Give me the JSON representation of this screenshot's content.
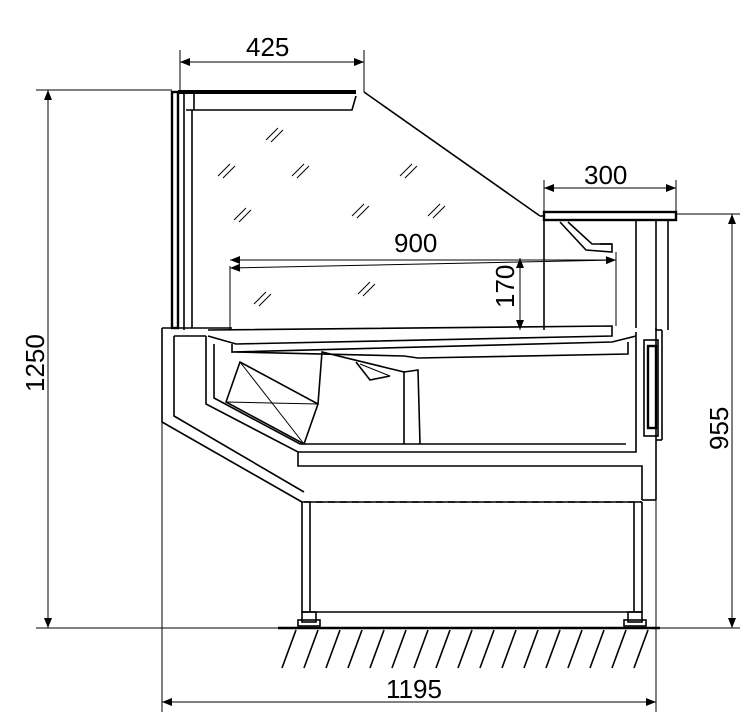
{
  "dimensions": {
    "top_width": "425",
    "shelf_width": "300",
    "display_depth": "900",
    "display_height": "170",
    "total_height": "1250",
    "counter_height": "955",
    "total_width": "1195"
  }
}
